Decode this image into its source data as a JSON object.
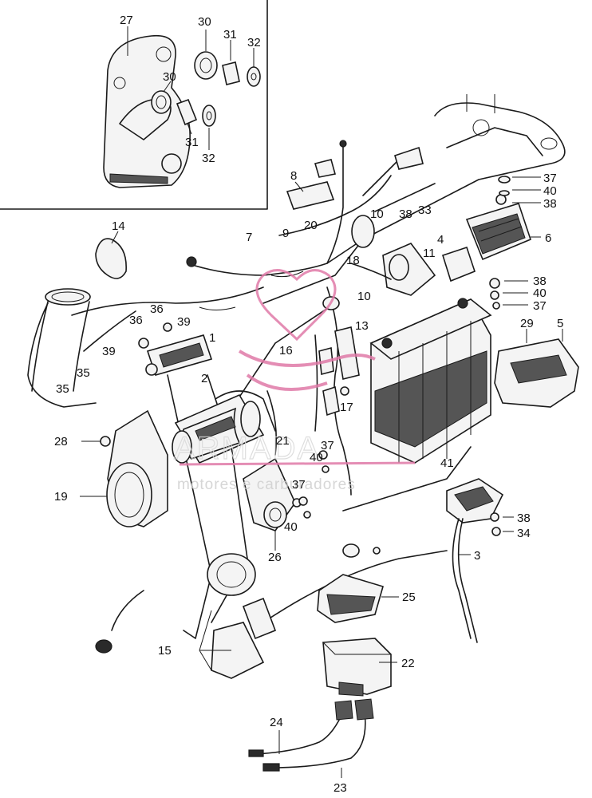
{
  "watermark": {
    "brand": "ARMADA",
    "tagline": "motores e carburadores",
    "accent_color": "#e07aa8"
  },
  "callouts": {
    "c1": "1",
    "c2": "2",
    "c3": "3",
    "c4": "4",
    "c5": "5",
    "c6": "6",
    "c7": "7",
    "c8": "8",
    "c9": "9",
    "c10a": "10",
    "c10b": "10",
    "c11": "11",
    "c13": "13",
    "c14": "14",
    "c15": "15",
    "c16": "16",
    "c17": "17",
    "c18": "18",
    "c19": "19",
    "c20": "20",
    "c21": "21",
    "c22": "22",
    "c23": "23",
    "c24": "24",
    "c25": "25",
    "c26": "26",
    "c27": "27",
    "c28": "28",
    "c29": "29",
    "c30a": "30",
    "c30b": "30",
    "c31a": "31",
    "c31b": "31",
    "c32a": "32",
    "c32b": "32",
    "c33": "33",
    "c34": "34",
    "c35a": "35",
    "c35b": "35",
    "c36a": "36",
    "c36b": "36",
    "c37a": "37",
    "c37b": "37",
    "c37c": "37",
    "c37d": "37",
    "c38a": "38",
    "c38b": "38",
    "c38c": "38",
    "c38d": "38",
    "c39a": "39",
    "c39b": "39",
    "c40a": "40",
    "c40b": "40",
    "c40c": "40",
    "c40d": "40",
    "c41": "41"
  }
}
